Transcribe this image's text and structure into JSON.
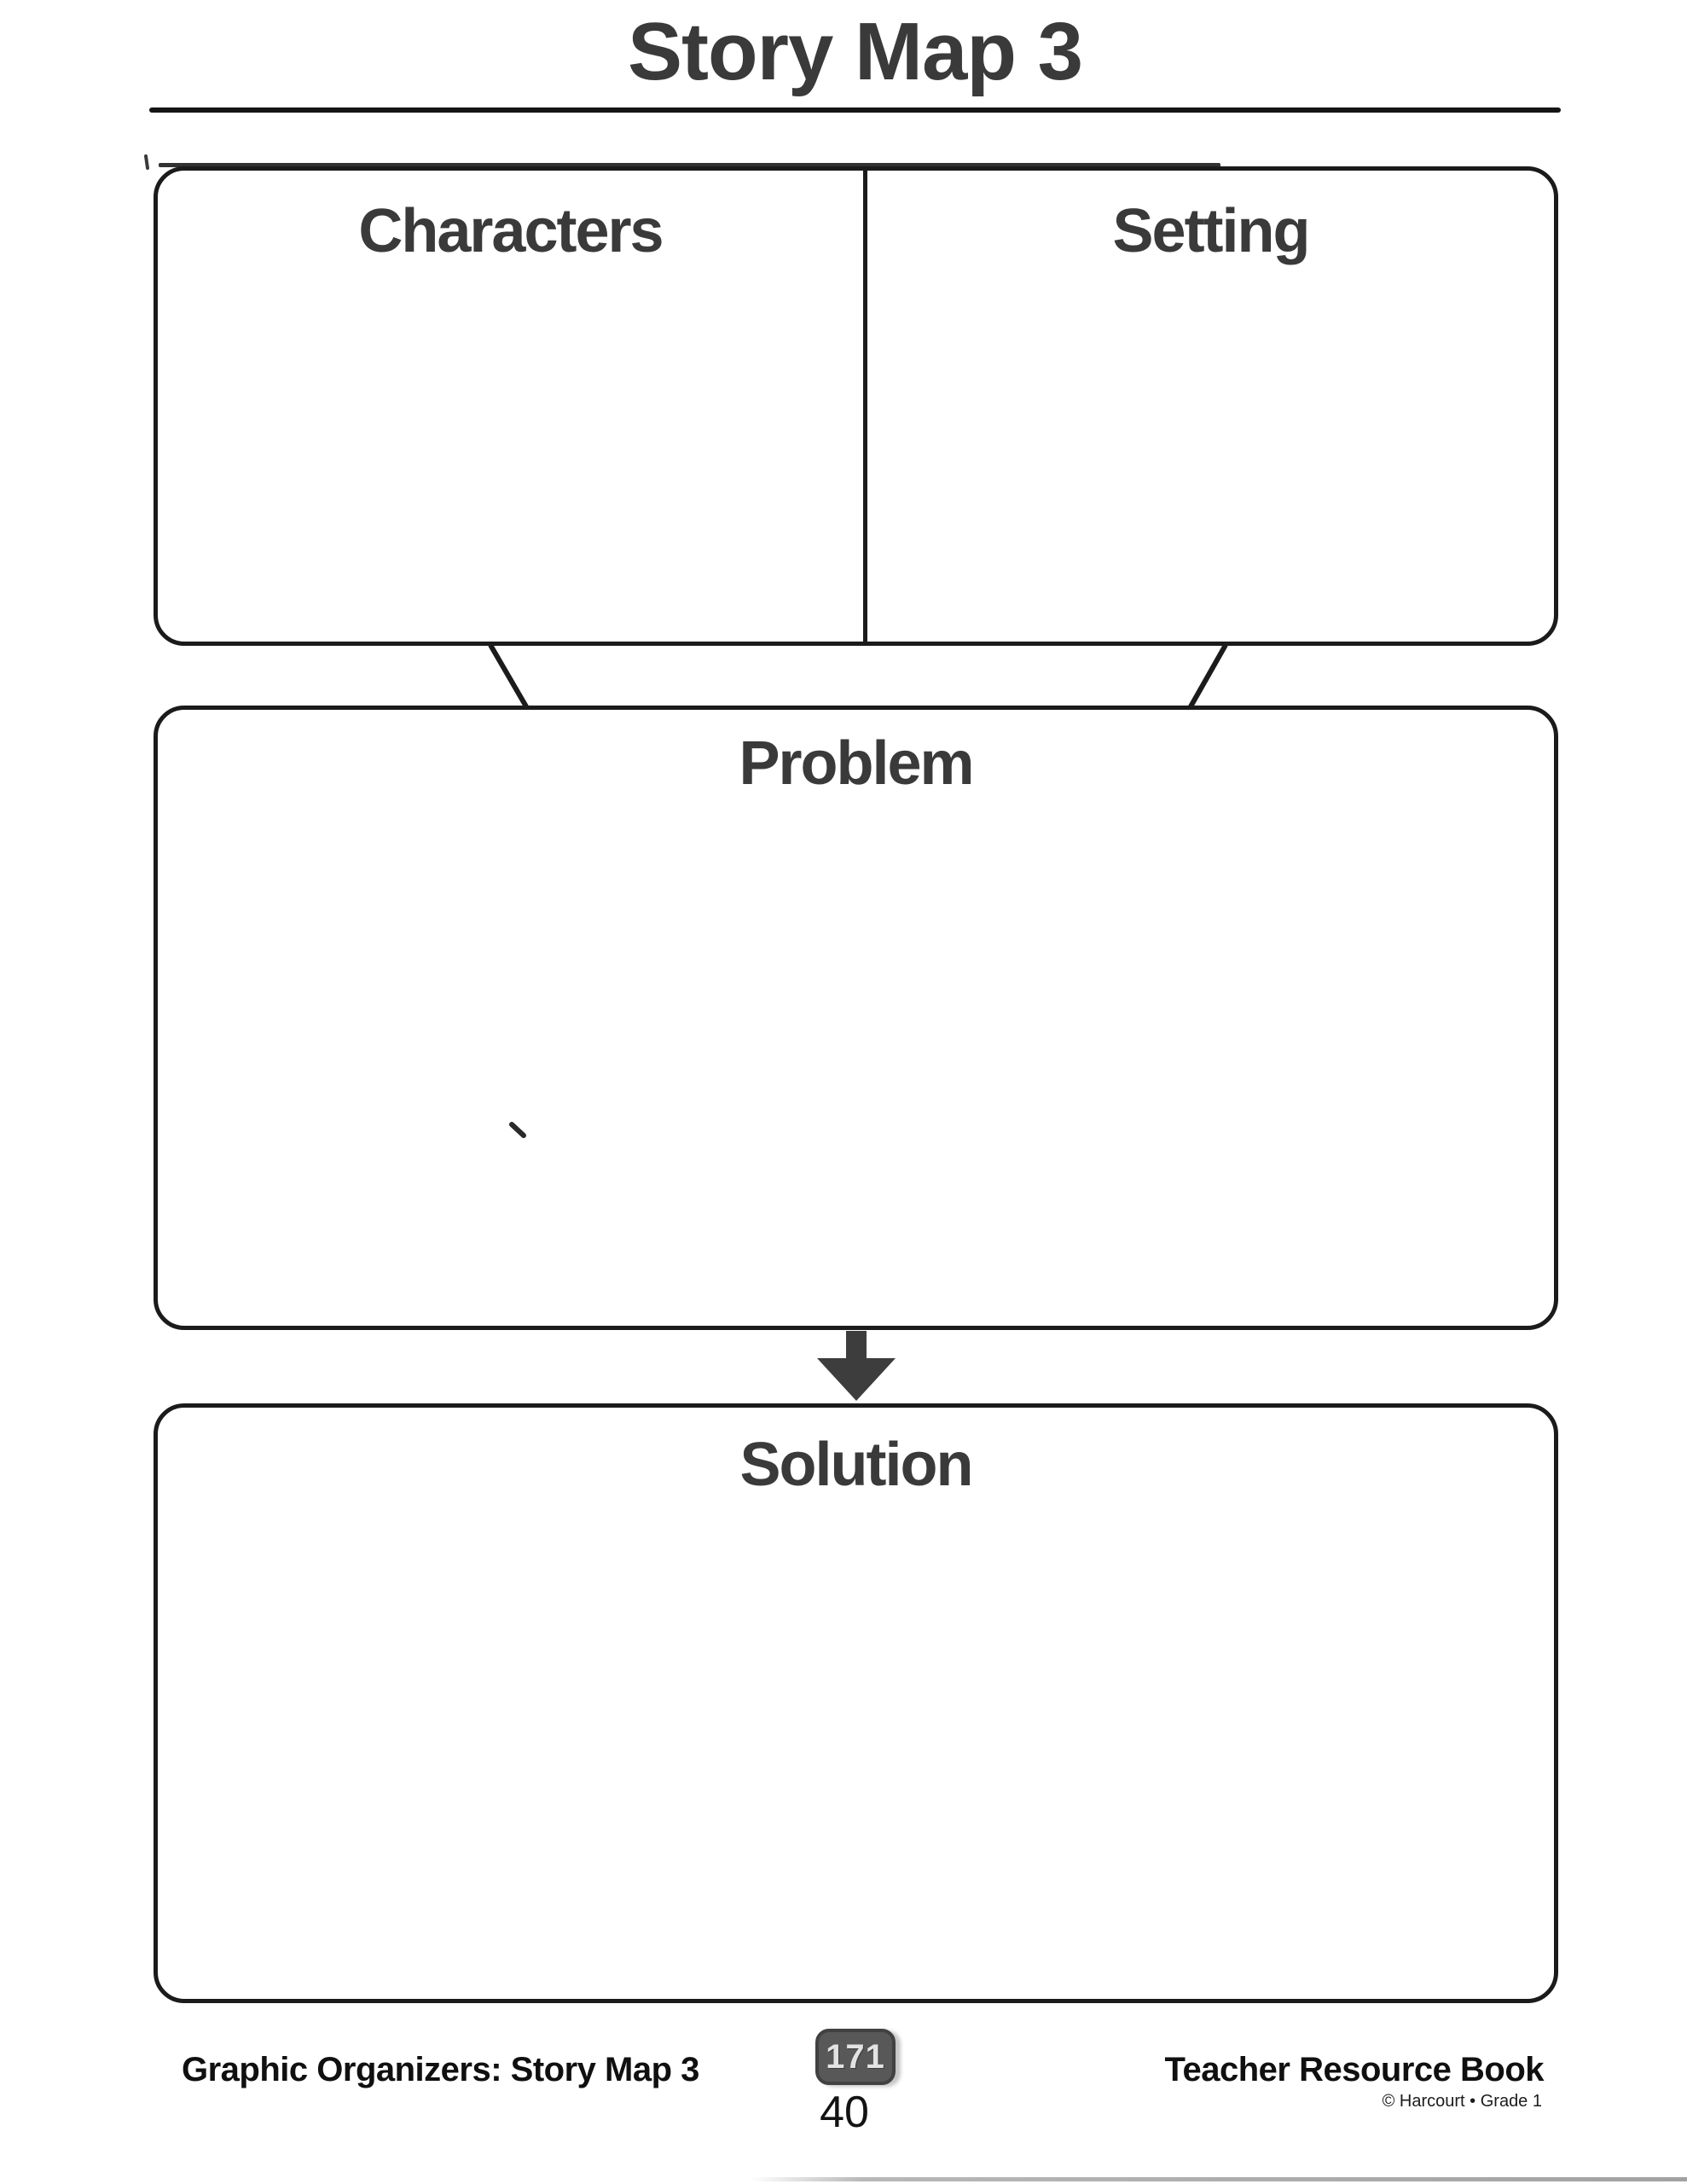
{
  "title": "Story Map 3",
  "organizer": {
    "characters_label": "Characters",
    "setting_label": "Setting",
    "problem_label": "Problem",
    "solution_label": "Solution"
  },
  "footer": {
    "left": "Graphic Organizers: Story Map 3",
    "page_badge": "171",
    "page_number": "40",
    "right_title": "Teacher Resource Book",
    "right_subtitle": "© Harcourt • Grade 1"
  },
  "colors": {
    "ink": "#1b1b1b",
    "label": "#3a3a3a",
    "badge_bg": "#585858",
    "badge_text": "#e2e2e2",
    "arrow": "#3d3d3d",
    "footer_ink": "#101010"
  }
}
